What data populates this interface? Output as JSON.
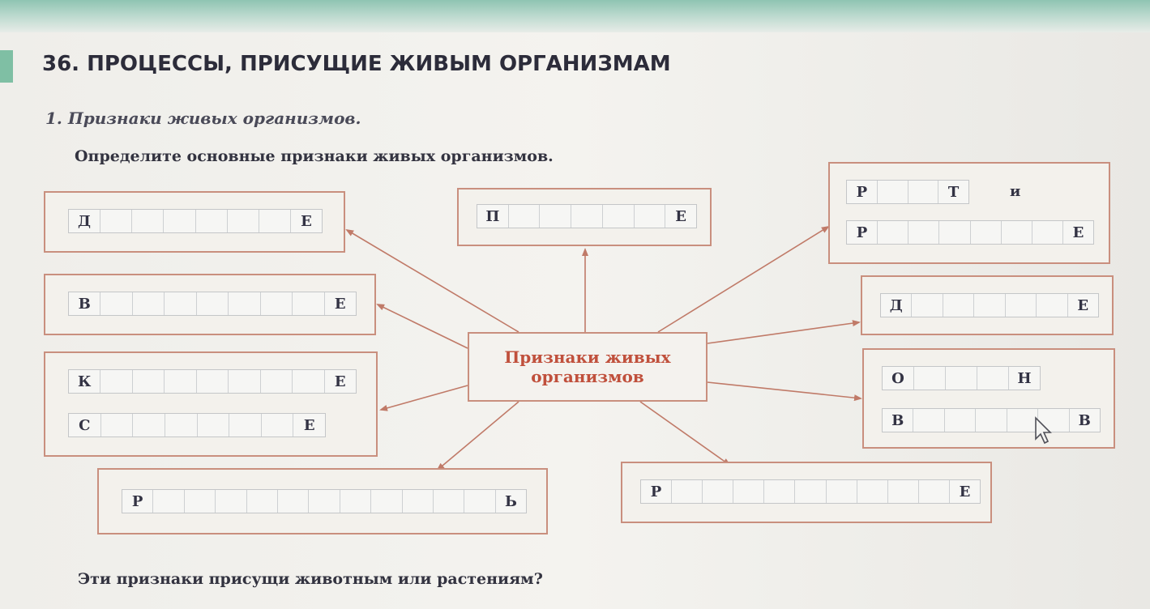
{
  "title": "36. ПРОЦЕССЫ, ПРИСУЩИЕ ЖИВЫМ ОРГАНИЗМАМ",
  "section": "1. Признаки живых организмов.",
  "instruction": "Определите основные признаки живых организмов.",
  "center_label": "Признаки живых организмов",
  "question": "Эти признаки присущи животным или растениям?",
  "colors": {
    "card_border": "#c98f7e",
    "center_text": "#c0503c",
    "arrow": "#c07a68",
    "accent_band": "#7fbfa4"
  },
  "boxes": {
    "d_e_left": {
      "first": "Д",
      "last": "Е",
      "cells": 8
    },
    "p_e_top": {
      "first": "П",
      "last": "Е",
      "cells": 7
    },
    "v_e_left": {
      "first": "В",
      "last": "Е",
      "cells": 9
    },
    "k_e_left": {
      "first": "К",
      "last": "Е",
      "cells": 9
    },
    "s_e_left": {
      "first": "С",
      "last": "Е",
      "cells": 8
    },
    "r_soft_bottom": {
      "first": "Р",
      "last": "Ь",
      "cells": 13
    },
    "r_e_bottom": {
      "first": "Р",
      "last": "Е",
      "cells": 11
    },
    "r_t_right": {
      "first": "Р",
      "last": "Т",
      "cells": 4,
      "tail": "и"
    },
    "r_e_right": {
      "first": "Р",
      "last": "Е",
      "cells": 8
    },
    "d_e_right": {
      "first": "Д",
      "last": "Е",
      "cells": 7
    },
    "o_n_right": {
      "first": "О",
      "last": "Н",
      "cells": 5
    },
    "v_v_right": {
      "first": "В",
      "last": "В",
      "cells": 7
    }
  }
}
